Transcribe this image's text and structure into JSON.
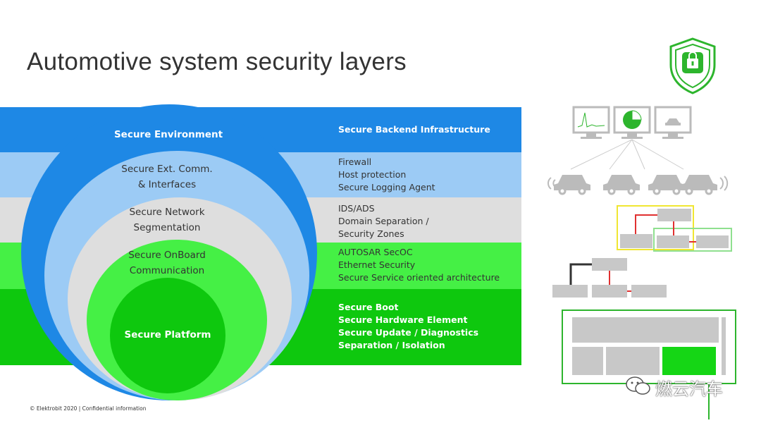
{
  "title": "Automotive system security layers",
  "footer": "© Elektrobit 2020 | Confidential information",
  "watermark": "燃云汽车",
  "colors": {
    "layer1": "#1e88e5",
    "layer2": "#9ccbf5",
    "layer3": "#dedede",
    "layer4": "#45f045",
    "layer5": "#0ec80e",
    "accent": "#2db52d"
  },
  "layers": [
    {
      "circle_label": [
        "Secure Environment"
      ],
      "items": [
        "Secure Backend Infrastructure"
      ]
    },
    {
      "circle_label": [
        "Secure Ext. Comm.",
        "& Interfaces"
      ],
      "items": [
        "Firewall",
        "Host protection",
        "Secure Logging Agent"
      ]
    },
    {
      "circle_label": [
        "Secure Network",
        "Segmentation"
      ],
      "items": [
        "IDS/ADS",
        "Domain Separation /",
        "Security Zones"
      ]
    },
    {
      "circle_label": [
        "Secure OnBoard",
        "Communication"
      ],
      "items": [
        "AUTOSAR SecOC",
        "Ethernet Security",
        "Secure Service oriented architecture"
      ]
    },
    {
      "circle_label": [
        "Secure Platform"
      ],
      "items": [
        "Secure Boot",
        "Secure Hardware Element",
        "Secure Update / Diagnostics",
        "Separation / Isolation"
      ]
    }
  ],
  "icons": {
    "shield": "shield-lock-icon",
    "monitors": "monitor-icon",
    "cars": "car-icon",
    "wechat": "wechat-icon"
  }
}
